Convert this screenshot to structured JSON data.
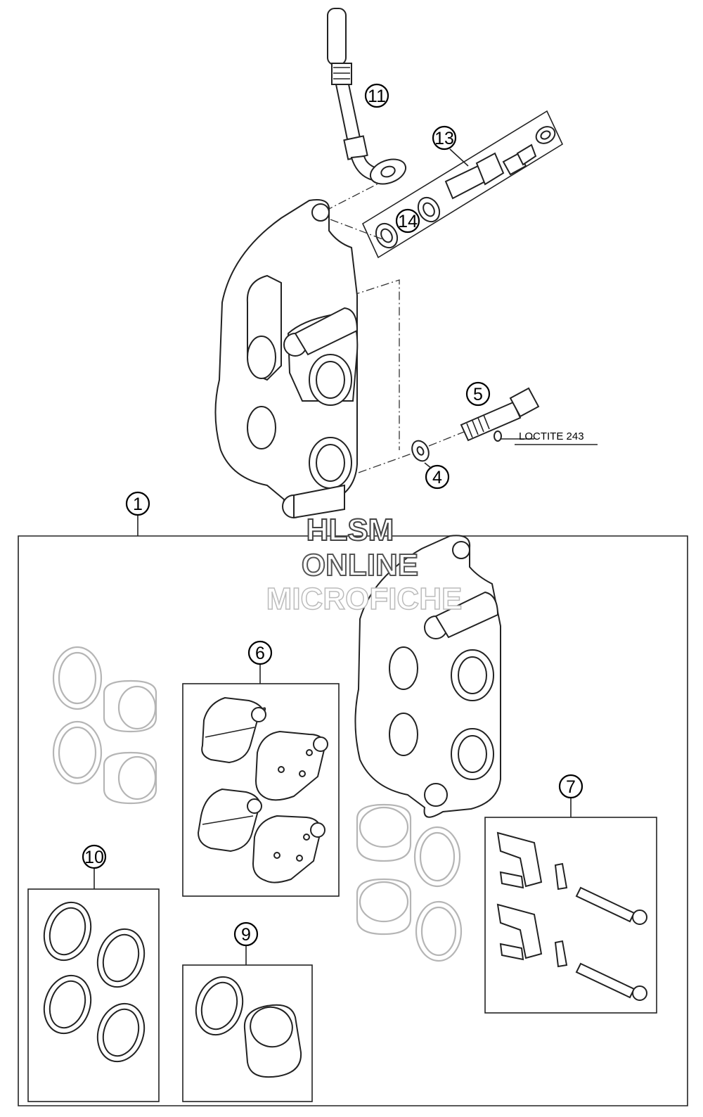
{
  "callouts": {
    "c1": "1",
    "c4": "4",
    "c5": "5",
    "c6": "6",
    "c7": "7",
    "c9": "9",
    "c10": "10",
    "c11": "11",
    "c13": "13",
    "c14": "14"
  },
  "annotation": {
    "loctite": "LOCTITE 243"
  },
  "watermark": {
    "line1": "HLSM",
    "line2": "ONLINE",
    "line3": "MICROFICHE"
  }
}
